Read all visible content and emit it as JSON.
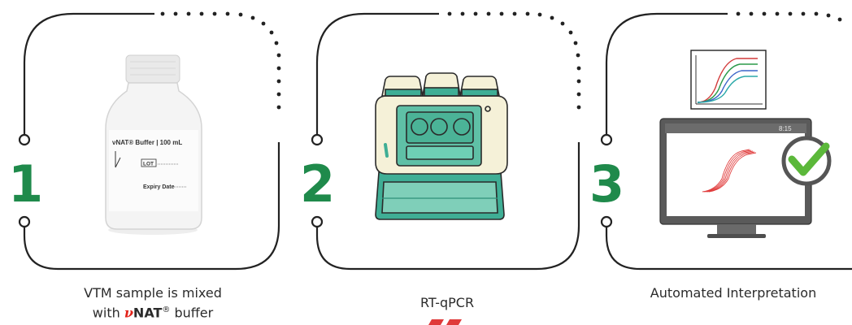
{
  "steps": [
    {
      "number": "1",
      "caption_line1": "VTM sample is mixed",
      "caption_line2_prefix": "with ",
      "caption_brand_v": "ν",
      "caption_brand_nat": "NAT",
      "caption_brand_reg": "®",
      "caption_line2_suffix": " buffer",
      "bottle": {
        "label_title": "νNAT® Buffer | 100 mL",
        "lot": "LOT",
        "expiry": "Expiry Date"
      }
    },
    {
      "number": "2",
      "caption": "RT-qPCR"
    },
    {
      "number": "3",
      "caption": "Automated Interpretation",
      "monitor": {
        "clock": "8:15"
      }
    }
  ],
  "colors": {
    "accent_green": "#1f8a4b",
    "outline": "#222222",
    "instrument_teal": "#3fae95",
    "instrument_cream": "#f5f1d8",
    "curve_red": "#e03a3a",
    "check_green": "#5bb83a"
  },
  "icons": [
    "bottle-icon",
    "thermocycler-icon",
    "monitor-icon",
    "checkmark-icon",
    "chart-icon"
  ]
}
